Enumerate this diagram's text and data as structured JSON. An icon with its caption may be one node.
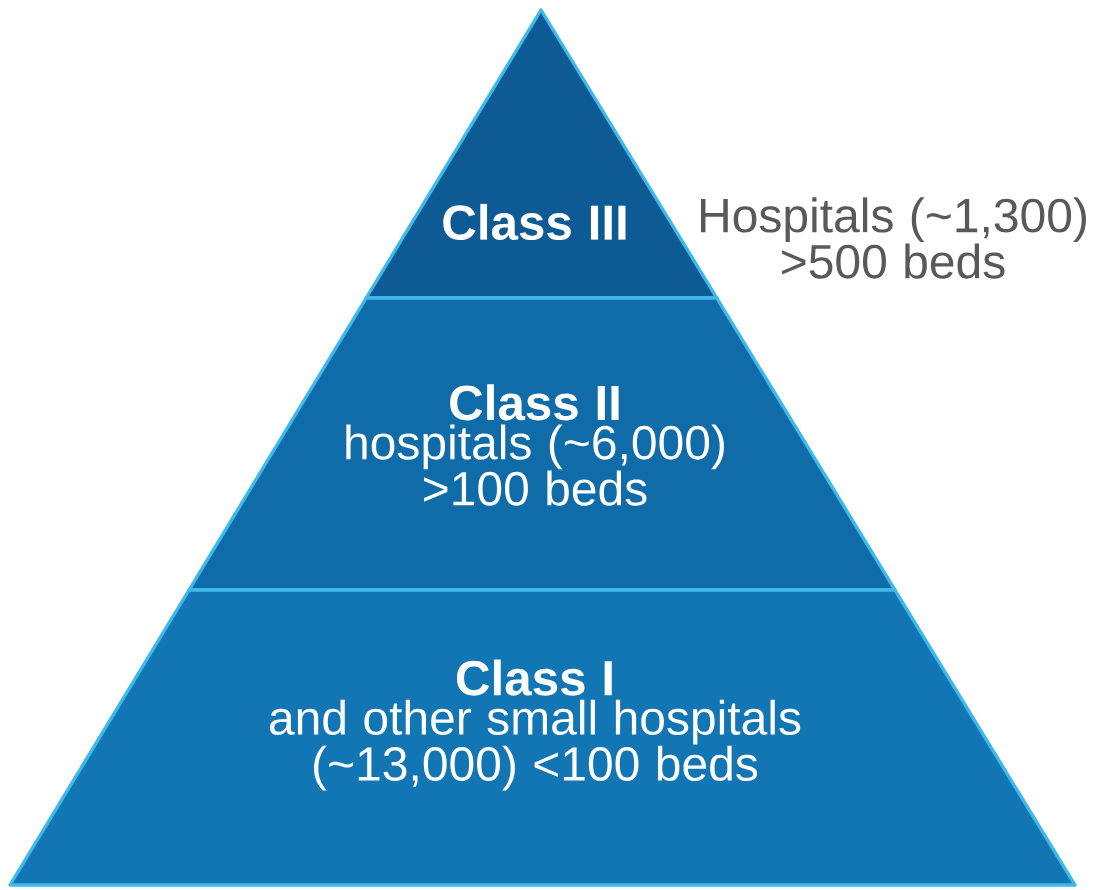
{
  "diagram": {
    "nodes": [
      {
        "text": [
          "Class III"
        ],
        "beside": [
          "Hospitals (~1,300) >500 beds"
        ]
      },
      {
        "text": [
          "Class II",
          "hospitals (~6,000) >100 beds"
        ]
      },
      {
        "text": [
          "Class I",
          "and other small hospitals (~13,000) <100 beds"
        ]
      }
    ]
  }
}
